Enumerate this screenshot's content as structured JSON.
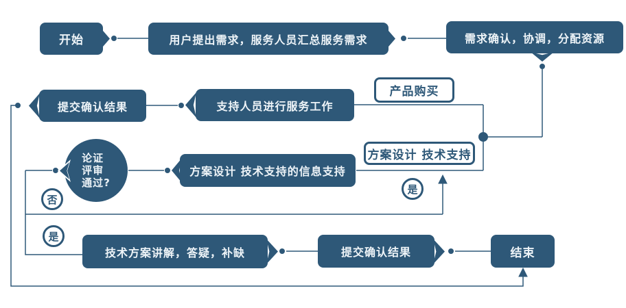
{
  "colors": {
    "primary": "#2e5878",
    "node_text": "#eef4f8",
    "background": "#ffffff"
  },
  "flowchart": {
    "nodes": {
      "start": "开始",
      "user_request": "用户提出需求，服务人员汇总服务需求",
      "confirm_allocate": "需求确认，协调，分配资源",
      "submit_result_top": "提交确认结果",
      "support_work": "支持人员进行服务工作",
      "product_purchase": "产品购买",
      "design_support": "方案设计 技术支持",
      "design_info_support": "方案设计 技术支持的信息支持",
      "tech_explain": "技术方案讲解，答疑，补缺",
      "submit_result_bottom": "提交确认结果",
      "end": "结束"
    },
    "decision": {
      "line1": "论证",
      "line2": "评审",
      "line3": "通过?"
    },
    "labels": {
      "no": "否",
      "yes_left": "是",
      "yes_right": "是"
    }
  }
}
